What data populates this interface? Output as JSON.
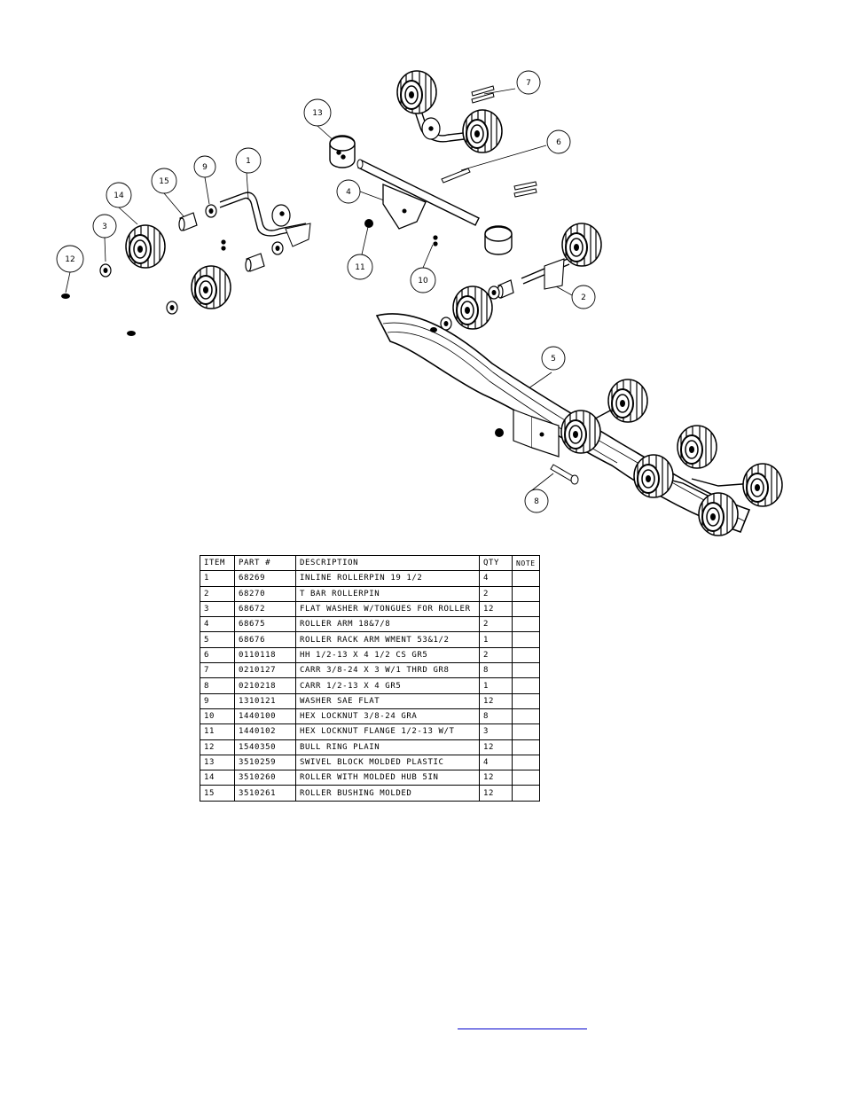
{
  "callouts": [
    "1",
    "2",
    "3",
    "4",
    "5",
    "6",
    "7",
    "8",
    "9",
    "10",
    "11",
    "12",
    "13",
    "14",
    "15"
  ],
  "bom": {
    "headers": {
      "item": "ITEM",
      "part": "PART #",
      "description": "DESCRIPTION",
      "qty": "QTY",
      "note": "NOTE"
    },
    "rows": [
      {
        "item": "1",
        "part": "68269",
        "description": "INLINE ROLLERPIN 19 1/2",
        "qty": "4",
        "note": ""
      },
      {
        "item": "2",
        "part": "68270",
        "description": "T BAR ROLLERPIN",
        "qty": "2",
        "note": ""
      },
      {
        "item": "3",
        "part": "68672",
        "description": "FLAT WASHER W/TONGUES FOR ROLLER",
        "qty": "12",
        "note": ""
      },
      {
        "item": "4",
        "part": "68675",
        "description": "ROLLER ARM 18&7/8",
        "qty": "2",
        "note": ""
      },
      {
        "item": "5",
        "part": "68676",
        "description": "ROLLER RACK ARM WMENT  53&1/2",
        "qty": "1",
        "note": ""
      },
      {
        "item": "6",
        "part": "0110118",
        "description": "HH 1/2-13 X 4 1/2 CS GR5",
        "qty": "2",
        "note": ""
      },
      {
        "item": "7",
        "part": "0210127",
        "description": "CARR 3/8-24 X 3 W/1 THRD GR8",
        "qty": "8",
        "note": ""
      },
      {
        "item": "8",
        "part": "0210218",
        "description": "CARR 1/2-13 X 4 GR5",
        "qty": "1",
        "note": ""
      },
      {
        "item": "9",
        "part": "1310121",
        "description": "WASHER SAE FLAT",
        "qty": "12",
        "note": ""
      },
      {
        "item": "10",
        "part": "1440100",
        "description": "HEX LOCKNUT 3/8-24 GRA",
        "qty": "8",
        "note": ""
      },
      {
        "item": "11",
        "part": "1440102",
        "description": "HEX LOCKNUT FLANGE 1/2-13 W/T",
        "qty": "3",
        "note": ""
      },
      {
        "item": "12",
        "part": "1540350",
        "description": "BULL RING PLAIN",
        "qty": "12",
        "note": ""
      },
      {
        "item": "13",
        "part": "3510259",
        "description": "SWIVEL BLOCK MOLDED PLASTIC",
        "qty": "4",
        "note": ""
      },
      {
        "item": "14",
        "part": "3510260",
        "description": "ROLLER WITH MOLDED HUB  5IN",
        "qty": "12",
        "note": ""
      },
      {
        "item": "15",
        "part": "3510261",
        "description": "ROLLER BUSHING MOLDED",
        "qty": "12",
        "note": ""
      }
    ]
  }
}
